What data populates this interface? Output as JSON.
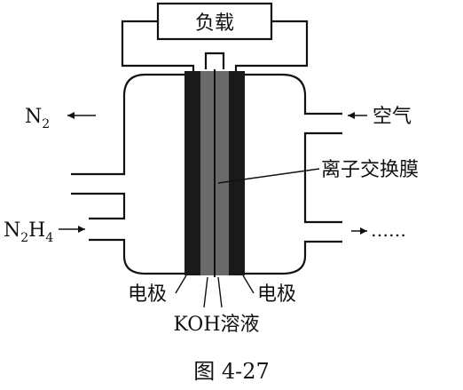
{
  "labels": {
    "load": "负载",
    "air": "空气",
    "membrane": "离子交换膜",
    "dots": "……",
    "electrode_left": "电极",
    "electrode_right": "电极",
    "electrolyte": "KOH溶液",
    "caption": "图 4-27",
    "n2_base": "N",
    "n2_sub": "2",
    "n2h4_n": "N",
    "n2h4_sub1": "2",
    "n2h4_h": "H",
    "n2h4_sub2": "4"
  },
  "colors": {
    "line": "#111111",
    "electrode": "#1a1a1a",
    "electrolyte": "#6a6a6a",
    "background": "#ffffff"
  }
}
